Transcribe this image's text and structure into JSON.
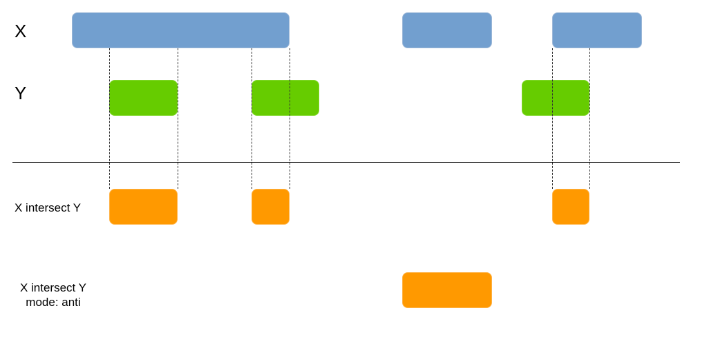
{
  "labels": {
    "x": "X",
    "y": "Y",
    "intersect": "X intersect Y",
    "anti_line1": "X intersect Y",
    "anti_line2": "mode: anti"
  },
  "colors": {
    "x_bar": "#729fcf",
    "y_bar": "#66cc00",
    "result_bar": "#ff9900"
  }
}
